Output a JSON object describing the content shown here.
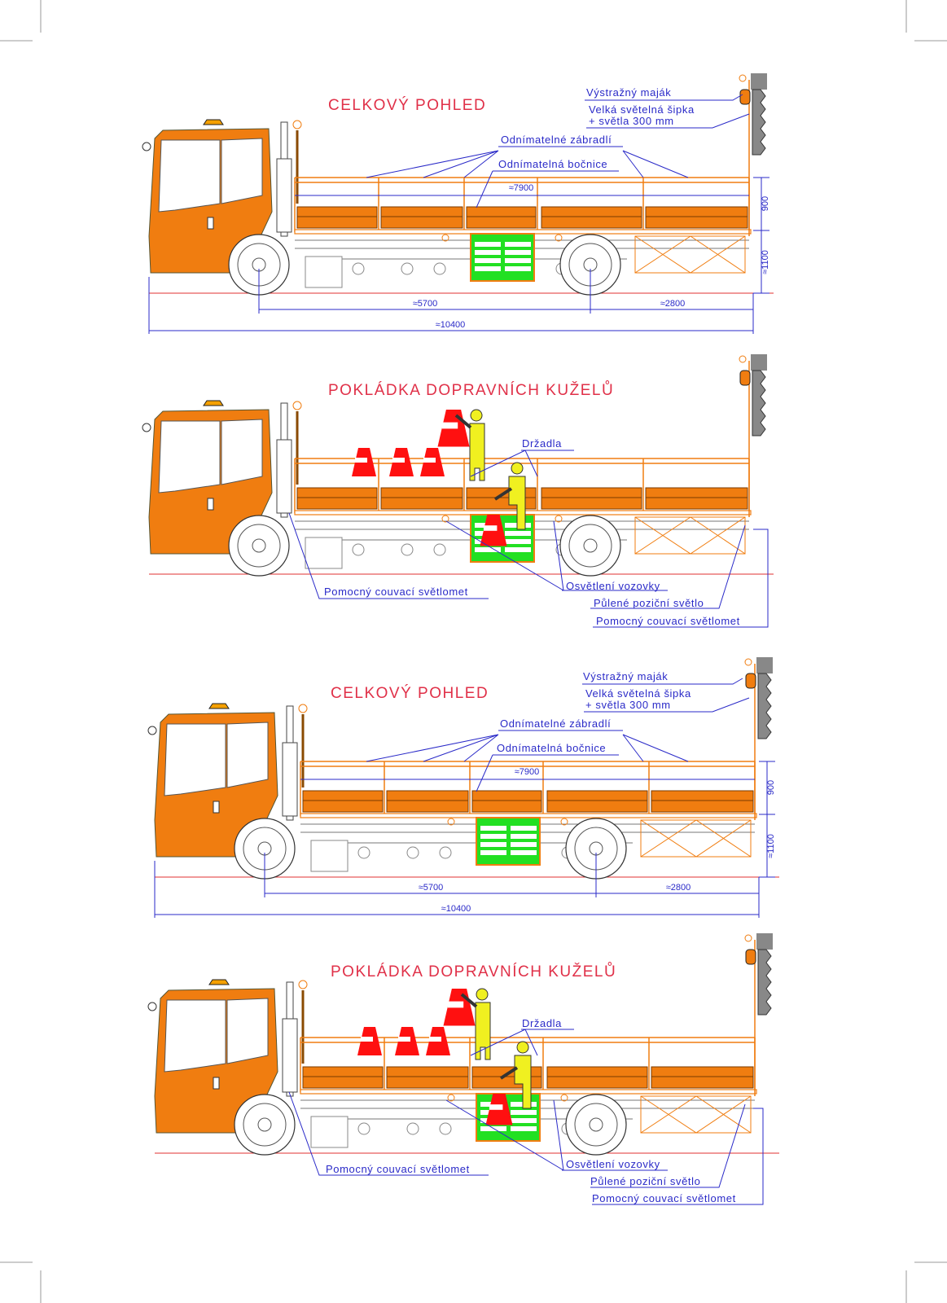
{
  "colors": {
    "truck": "#f07d10",
    "label": "#2a2ac8",
    "title": "#e03048",
    "cage": "#22e022",
    "ground": "#e03030",
    "worker": "#f0f020",
    "cone": "#ff1010"
  },
  "panels": [
    {
      "title": "CELKOVÝ POHLED",
      "labels": {
        "beacon": "Výstražný maják",
        "arrow1": "Velká světelná šipka",
        "arrow2": "+ světla 300 mm",
        "railing": "Odnímatelné zábradlí",
        "sideboard": "Odnímatelná bočnice"
      },
      "dims": {
        "deck": "≈7900",
        "rail_h": "900",
        "deck_h": "≈1100",
        "wheelbase": "≈5700",
        "overhang": "≈2800",
        "total": "≈10400"
      }
    },
    {
      "title": "POKLÁDKA DOPRAVNÍCH KUŽELŮ",
      "labels": {
        "handles": "Držadla",
        "reverse_light_front": "Pomocný couvací světlomet",
        "road_light": "Osvětlení vozovky",
        "position_light": "Půlené poziční světlo",
        "reverse_light_rear": "Pomocný couvací světlomet"
      }
    },
    {
      "title": "CELKOVÝ POHLED",
      "labels": {
        "beacon": "Výstražný maják",
        "arrow1": "Velká světelná šipka",
        "arrow2": "+ světla 300 mm",
        "railing": "Odnímatelné zábradlí",
        "sideboard": "Odnímatelná bočnice"
      },
      "dims": {
        "deck": "≈7900",
        "rail_h": "900",
        "deck_h": "≈1100",
        "wheelbase": "≈5700",
        "overhang": "≈2800",
        "total": "≈10400"
      }
    },
    {
      "title": "POKLÁDKA DOPRAVNÍCH KUŽELŮ",
      "labels": {
        "handles": "Držadla",
        "reverse_light_front": "Pomocný couvací světlomet",
        "road_light": "Osvětlení vozovky",
        "position_light": "Půlené poziční světlo",
        "reverse_light_rear": "Pomocný couvací světlomet"
      }
    }
  ]
}
